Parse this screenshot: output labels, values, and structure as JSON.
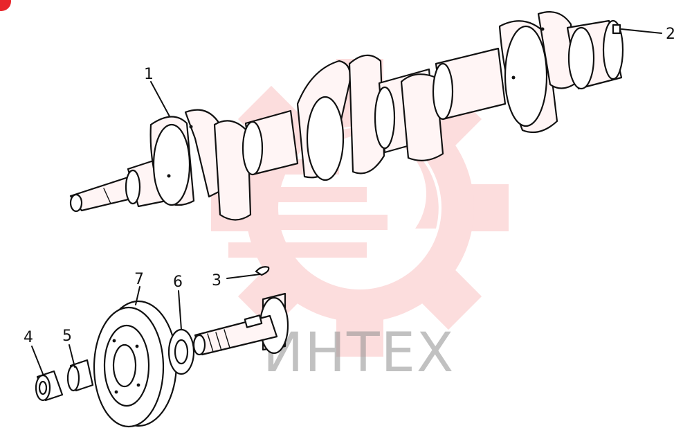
{
  "watermark": {
    "text": "ИНТЕХ",
    "gear_color": "#e8262b",
    "text_color": "#8f8f8f"
  },
  "callouts": {
    "c1": "1",
    "c2": "2",
    "c3": "3",
    "c4": "4",
    "c5": "5",
    "c6": "6",
    "c7": "7"
  },
  "corner_badge_color": "#e8262b"
}
